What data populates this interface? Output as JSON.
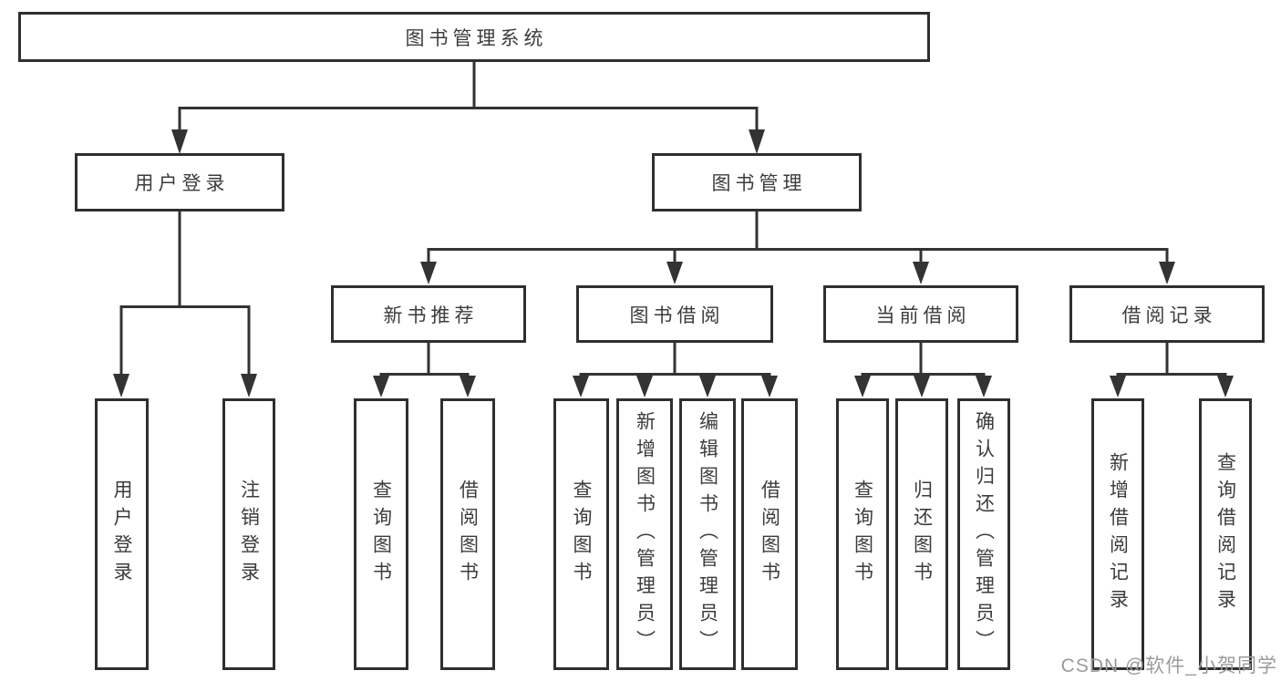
{
  "diagram": {
    "watermark": "CSDN @软件_小贺同学",
    "colors": {
      "line": "#333333",
      "box_border": "#2f2f2f",
      "text": "#3c3c3c",
      "watermark": "#9b9b9b",
      "background": "#ffffff"
    },
    "tree": {
      "label": "图书管理系统",
      "children": [
        {
          "label": "用户登录",
          "children": [
            {
              "label": "用户登录"
            },
            {
              "label": "注销登录"
            }
          ]
        },
        {
          "label": "图书管理",
          "children": [
            {
              "label": "新书推荐",
              "children": [
                {
                  "label": "查询图书"
                },
                {
                  "label": "借阅图书"
                }
              ]
            },
            {
              "label": "图书借阅",
              "children": [
                {
                  "label": "查询图书"
                },
                {
                  "label": "新增图书（管理员）"
                },
                {
                  "label": "编辑图书（管理员）"
                },
                {
                  "label": "借阅图书"
                }
              ]
            },
            {
              "label": "当前借阅",
              "children": [
                {
                  "label": "查询图书"
                },
                {
                  "label": "归还图书"
                },
                {
                  "label": "确认归还（管理员）"
                }
              ]
            },
            {
              "label": "借阅记录",
              "children": [
                {
                  "label": "新增借阅记录"
                },
                {
                  "label": "查询借阅记录"
                }
              ]
            }
          ]
        }
      ]
    }
  }
}
